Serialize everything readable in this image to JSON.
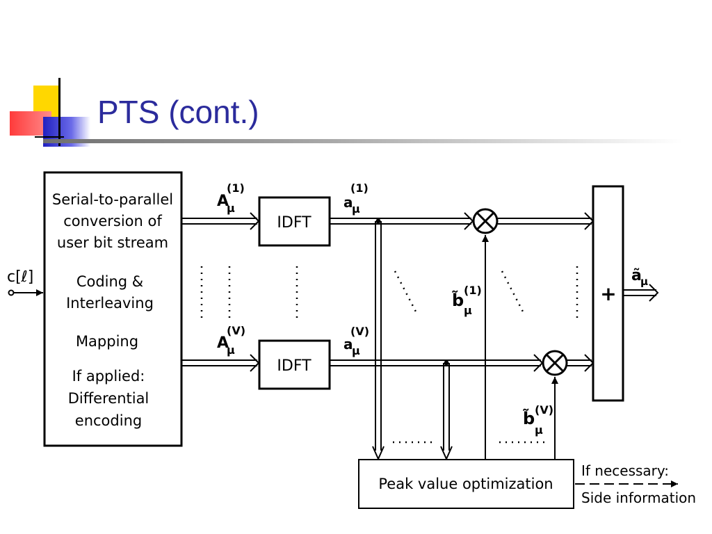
{
  "slide": {
    "title": "PTS (cont.)"
  },
  "colors": {
    "title": "#2b2b9c",
    "logo_yellow": "#ffd700",
    "logo_red": "#ff4a4a",
    "logo_blue": "#2020c0"
  },
  "diagram": {
    "input_label": "c[ℓ]",
    "processing_block": {
      "line1": "Serial-to-parallel",
      "line2": "conversion of",
      "line3": "user bit stream",
      "coding_line1": "Coding &",
      "coding_line2": "Interleaving",
      "mapping": "Mapping",
      "applied_line1": "If applied:",
      "applied_line2": "Differential",
      "applied_line3": "encoding"
    },
    "idft_top": "IDFT",
    "idft_bottom": "IDFT",
    "subblock_in_top": {
      "base": "A",
      "sub": "μ",
      "sup": "(1)"
    },
    "subblock_in_bottom": {
      "base": "A",
      "sub": "μ",
      "sup": "(V)"
    },
    "subblock_out_top": {
      "base": "a",
      "sub": "μ",
      "sup": "(1)"
    },
    "subblock_out_bottom": {
      "base": "a",
      "sub": "μ",
      "sup": "(V)"
    },
    "factor_top": {
      "base": "b̃",
      "sub": "μ",
      "sup": "(1)"
    },
    "factor_bottom": {
      "base": "b̃",
      "sub": "μ",
      "sup": "(V)"
    },
    "sum_symbol": "+",
    "multiplier_symbol": "⊗",
    "output_label": {
      "base": "ã",
      "sub": "μ"
    },
    "optimizer_label": "Peak value optimization",
    "side_info_line1": "If necessary:",
    "side_info_line2": "Side information"
  }
}
